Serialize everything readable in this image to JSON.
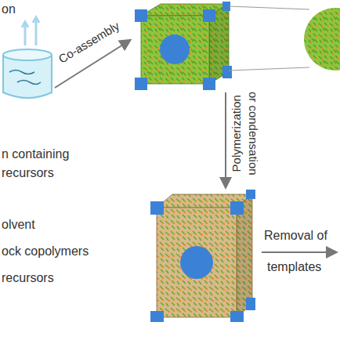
{
  "diagram": {
    "labels": [
      "on",
      "Co-assembly",
      "n containing",
      "recursors",
      "Polymerization",
      "or condensation",
      "Removal of",
      "templates",
      "olvent",
      "ock copolymers",
      "recursors"
    ]
  }
}
